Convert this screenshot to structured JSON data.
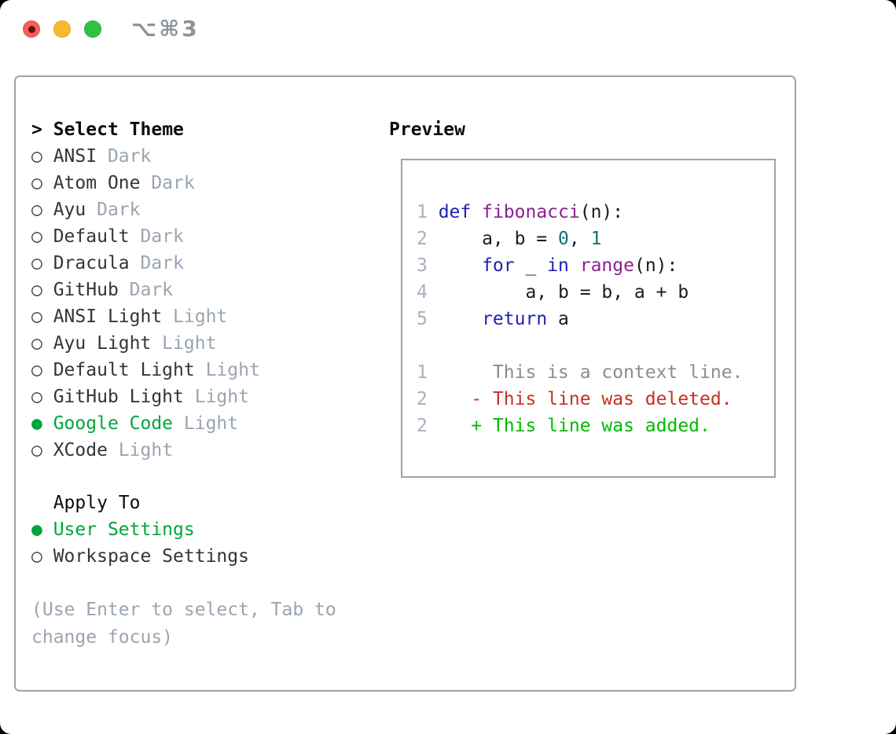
{
  "titlebar": {
    "title": "⌥⌘3",
    "buttons": [
      "close",
      "minimize",
      "zoom"
    ]
  },
  "theme_picker": {
    "marker": ">",
    "header": "Select Theme",
    "radio_unselected_icon": "○",
    "radio_selected_icon": "●",
    "items": [
      {
        "name": "ANSI",
        "variant": "Dark",
        "selected": false
      },
      {
        "name": "Atom One",
        "variant": "Dark",
        "selected": false
      },
      {
        "name": "Ayu",
        "variant": "Dark",
        "selected": false
      },
      {
        "name": "Default",
        "variant": "Dark",
        "selected": false
      },
      {
        "name": "Dracula",
        "variant": "Dark",
        "selected": false
      },
      {
        "name": "GitHub",
        "variant": "Dark",
        "selected": false
      },
      {
        "name": "ANSI Light",
        "variant": "Light",
        "selected": false
      },
      {
        "name": "Ayu Light",
        "variant": "Light",
        "selected": false
      },
      {
        "name": "Default Light",
        "variant": "Light",
        "selected": false
      },
      {
        "name": "GitHub Light",
        "variant": "Light",
        "selected": false
      },
      {
        "name": "Google Code",
        "variant": "Light",
        "selected": true
      },
      {
        "name": "XCode",
        "variant": "Light",
        "selected": false
      }
    ],
    "apply_to": {
      "header": "Apply To",
      "options": [
        {
          "label": "User Settings",
          "selected": true
        },
        {
          "label": "Workspace Settings",
          "selected": false
        }
      ]
    },
    "hint": "(Use Enter to select, Tab to change focus)"
  },
  "preview": {
    "title": "Preview",
    "lines": [
      {
        "number": "1",
        "tokens": [
          [
            "keyword",
            "def"
          ],
          [
            "plain",
            " "
          ],
          [
            "function",
            "fibonacci"
          ],
          [
            "plain",
            "(n):"
          ]
        ]
      },
      {
        "number": "2",
        "tokens": [
          [
            "plain",
            "    a, b = "
          ],
          [
            "literal",
            "0"
          ],
          [
            "plain",
            ", "
          ],
          [
            "literal",
            "1"
          ]
        ]
      },
      {
        "number": "3",
        "tokens": [
          [
            "plain",
            "    "
          ],
          [
            "keyword",
            "for"
          ],
          [
            "plain",
            " _ "
          ],
          [
            "keyword",
            "in"
          ],
          [
            "plain",
            " "
          ],
          [
            "function",
            "range"
          ],
          [
            "plain",
            "(n):"
          ]
        ]
      },
      {
        "number": "4",
        "tokens": [
          [
            "plain",
            "        a, b = b, a + b"
          ]
        ]
      },
      {
        "number": "5",
        "tokens": [
          [
            "plain",
            "    "
          ],
          [
            "keyword",
            "return"
          ],
          [
            "plain",
            " a"
          ]
        ]
      },
      {
        "number": "",
        "tokens": []
      },
      {
        "number": "1",
        "tokens": [
          [
            "context",
            "     This is a context line."
          ]
        ]
      },
      {
        "number": "2",
        "tokens": [
          [
            "deleted",
            "   - This line was deleted."
          ]
        ]
      },
      {
        "number": "2",
        "tokens": [
          [
            "added",
            "   + This line was added."
          ]
        ]
      }
    ]
  },
  "colors": {
    "selection_green": "#00a53c",
    "added_green": "#00bb00",
    "deleted_red": "#c43122",
    "context_gray": "#8c8c8c",
    "keyword_blue": "#1f1fb4",
    "function_purple": "#8c2191",
    "literal_teal": "#0e7177",
    "muted_gray": "#9aa5b2",
    "line_number_gray": "#a6b0bf",
    "border_gray": "#9aa4af",
    "traffic_red": "#f4605a",
    "traffic_yellow": "#f8b92d",
    "traffic_green": "#2ec342"
  }
}
